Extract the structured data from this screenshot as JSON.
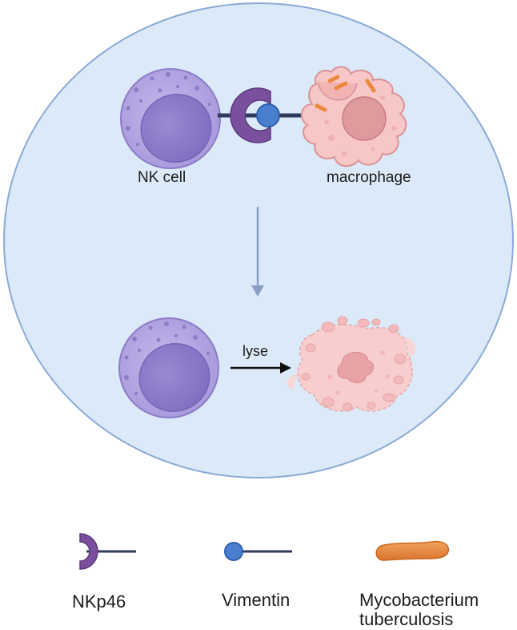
{
  "diagram": {
    "labels": {
      "nk_cell": "NK cell",
      "macrophage": "macrophage",
      "lyse": "lyse"
    },
    "legend": {
      "nkp46": "NKp46",
      "vimentin": "Vimentin",
      "mycobacterium_line1": "Mycobacterium",
      "mycobacterium_line2": "tuberculosis"
    },
    "colors": {
      "background_circle_fill": "#dce9f8",
      "background_circle_stroke": "#8aaad6",
      "nk_cell_outer": "#b4a7e2",
      "nk_cell_nucleus": "#8e7ccb",
      "nkp46_receptor": "#7a4f9e",
      "vimentin": "#4a7fcf",
      "connector": "#2f3a5c",
      "macrophage": "#f7c6c6",
      "macrophage_nucleus": "#e09a9e",
      "mycobacterium": "#ea8a3e",
      "arrow_down": "#8a9ec6",
      "arrow_lyse": "#111111"
    }
  }
}
